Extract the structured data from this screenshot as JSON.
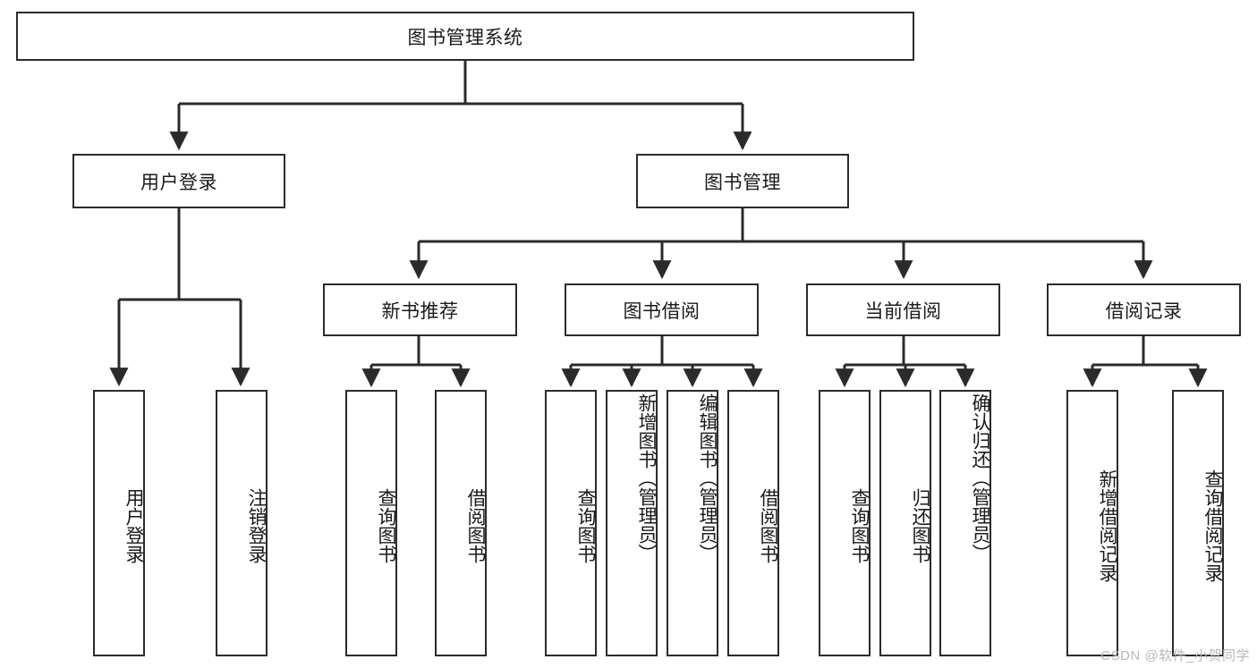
{
  "diagram": {
    "title_node": {
      "label": "图书管理系统"
    },
    "level2": [
      {
        "id": "user-login",
        "label": "用户登录"
      },
      {
        "id": "book-manage",
        "label": "图书管理"
      }
    ],
    "level3": [
      {
        "id": "new-book-recommend",
        "label": "新书推荐"
      },
      {
        "id": "book-borrow",
        "label": "图书借阅"
      },
      {
        "id": "current-borrow",
        "label": "当前借阅"
      },
      {
        "id": "borrow-record",
        "label": "借阅记录"
      }
    ],
    "leaves": {
      "user_login": [
        {
          "id": "leaf-user-login",
          "label": "用户登录"
        },
        {
          "id": "leaf-logout-login",
          "label": "注销登录"
        }
      ],
      "new_book_recommend": [
        {
          "id": "leaf-query-book-1",
          "label": "查询图书"
        },
        {
          "id": "leaf-borrow-book-1",
          "label": "借阅图书"
        }
      ],
      "book_borrow": [
        {
          "id": "leaf-query-book-2",
          "label": "查询图书"
        },
        {
          "id": "leaf-add-book-admin",
          "label": "新增图书（管理员）"
        },
        {
          "id": "leaf-edit-book-admin",
          "label": "编辑图书（管理员）"
        },
        {
          "id": "leaf-borrow-book-2",
          "label": "借阅图书"
        }
      ],
      "current_borrow": [
        {
          "id": "leaf-query-book-3",
          "label": "查询图书"
        },
        {
          "id": "leaf-return-book",
          "label": "归还图书"
        },
        {
          "id": "leaf-confirm-return-admin",
          "label": "确认归还（管理员）"
        }
      ],
      "borrow_record": [
        {
          "id": "leaf-add-borrow-record",
          "label": "新增借阅记录"
        },
        {
          "id": "leaf-query-borrow-record",
          "label": "查询借阅记录"
        }
      ]
    }
  },
  "watermark": {
    "text": "CSDN @软件_小贺同学"
  },
  "colors": {
    "stroke": "#2b2b2b",
    "background": "#ffffff",
    "text": "#1a1a1a",
    "watermark": "#b9b9b9"
  }
}
